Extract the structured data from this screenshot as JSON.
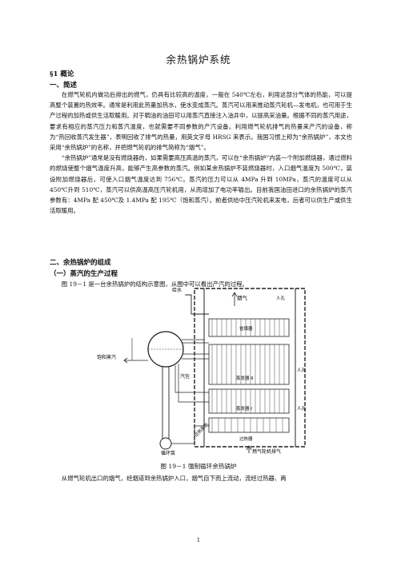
{
  "document": {
    "title": "余热锅炉系统",
    "section1": "§1 概论",
    "sub1": "一、简述",
    "para1": "在燃气轮机内做功后排出的燃气，仍具有比较高的温度，一般在 540℃左右，利用这部分气体的热能，可以提高整个装置的热效率。通常是利用此热量加热水，使水变成蒸汽。蒸汽可以用来推动蒸汽轮机—发电机，也可用于生产过程的加热或供生活取暖用。对于稠油的油田可以用蒸汽直接注入油井中，以提高采油量。根据不同的蒸汽用途，要求有相应的蒸汽压力和蒸汽温度，也就需要不同参数的产汽设备。利用燃气轮机排气的热量来产汽的设备，称为“热回收蒸汽发生器”，表明回收了排气的热量，用英文字母 HRSG 来表示。我国习惯上称为“余热锅炉”，本文也采用“余热锅炉”的名称，并把燃气轮机的排气简称为“烟气”。",
    "para2": "“余热锅炉”通常是没有燃烧器的，如果需要高压高温的蒸汽，可以在“余热锅炉”内装一个附加燃烧器，通过燃料的燃烧使整个烟气温度升高，能够产生高参数的蒸汽。例如某余热锅炉不装燃烧器时，入口烟气温度为 500℃，装设附加燃烧器后，可使入口烟气温度达到 756℃。蒸汽的压力可以从 4MPa 升到 10MPa，蒸汽的温度可以从 450℃升到 510℃，蒸汽可以供高温高压汽轮机用，从而增加了电功率输出。目前我国油田进口的余热锅炉的蒸汽参数有：4MPa 配 450℃及 1.4MPa 配 195℃（饱和蒸汽）。前者供给中压汽轮机来发电，后者可以供生产或供生活取暖用。",
    "sub2": "二、余热锅炉的组成",
    "sub3": "（一）蒸汽的生产过程",
    "para3": "图 19－1 是一台余热锅炉的结构示意图，从图中可以看出产汽的过程。",
    "caption": "图 19－1 强制循环余热锅炉",
    "para4": "从燃气轮机出口的烟气，经烟道到余热锅炉入口，烟气自下而上流动，流经过热器、两",
    "page_number": "1"
  },
  "figure": {
    "labels": {
      "feedwater": "给水",
      "flue_gas": "烟气",
      "manhole_top": "人孔",
      "manhole_mid": "人孔",
      "manhole_low": "人孔",
      "economizer": "省煤器",
      "evaporator2": "蒸发器 II",
      "evaporator1": "蒸发器 I",
      "drum": "汽包",
      "sat_steam": "饱和蒸汽",
      "superheater": "过热器",
      "sh_steam": "过热蒸汽",
      "gt_exhaust": "燃气轮机排气",
      "pump": "循环泵"
    }
  }
}
